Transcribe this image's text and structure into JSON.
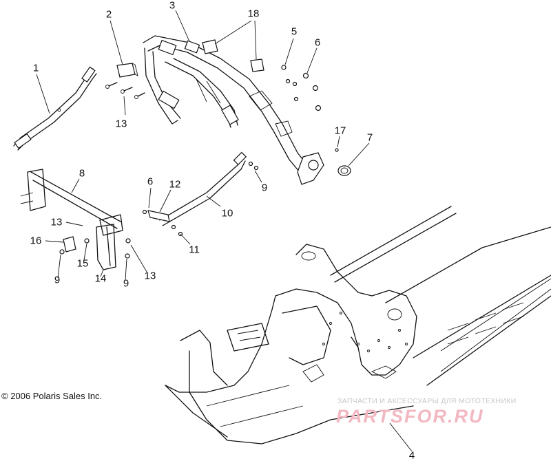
{
  "callouts": [
    {
      "id": "c1",
      "label": "1"
    },
    {
      "id": "c2",
      "label": "2"
    },
    {
      "id": "c3",
      "label": "3"
    },
    {
      "id": "c4",
      "label": "4"
    },
    {
      "id": "c5",
      "label": "5"
    },
    {
      "id": "c6a",
      "label": "6"
    },
    {
      "id": "c6b",
      "label": "6"
    },
    {
      "id": "c7",
      "label": "7"
    },
    {
      "id": "c8",
      "label": "8"
    },
    {
      "id": "c9a",
      "label": "9"
    },
    {
      "id": "c9b",
      "label": "9"
    },
    {
      "id": "c9c",
      "label": "9"
    },
    {
      "id": "c10",
      "label": "10"
    },
    {
      "id": "c11",
      "label": "11"
    },
    {
      "id": "c12",
      "label": "12"
    },
    {
      "id": "c13a",
      "label": "13"
    },
    {
      "id": "c13b",
      "label": "13"
    },
    {
      "id": "c13c",
      "label": "13"
    },
    {
      "id": "c14",
      "label": "14"
    },
    {
      "id": "c15",
      "label": "15"
    },
    {
      "id": "c16",
      "label": "16"
    },
    {
      "id": "c17",
      "label": "17"
    },
    {
      "id": "c18",
      "label": "18"
    }
  ],
  "copyright": "© 2006 Polaris Sales Inc.",
  "watermark": {
    "tagline": "ЗАПЧАСТИ И АКСЕССУАРЫ ДЛЯ МОТОТЕХНИКИ",
    "logo_text": "PARTSFOR.RU"
  }
}
